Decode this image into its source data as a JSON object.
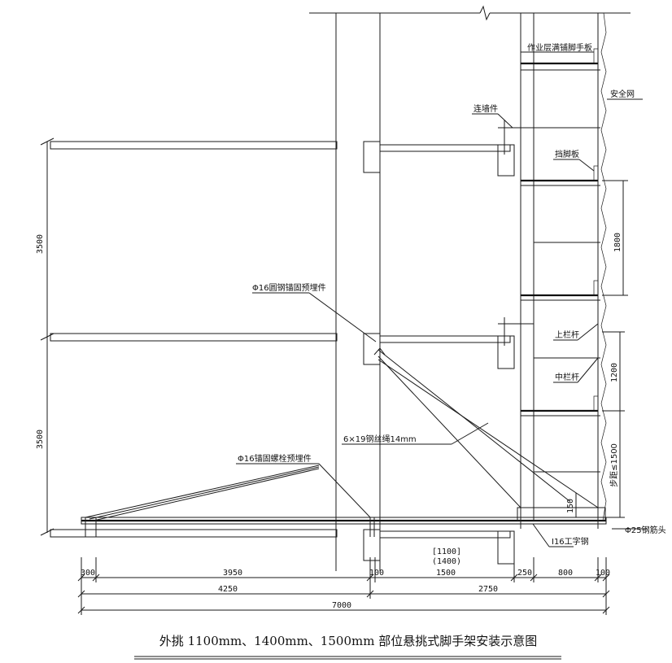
{
  "labels": {
    "top_deck": "作业层满铺脚手板",
    "safety_net": "安全网",
    "tie_member": "连墙件",
    "toe_board": "挡脚板",
    "embed_ring": "Φ16圆钢锚固预埋件",
    "top_rail": "上栏杆",
    "mid_rail": "中栏杆",
    "wire_rope": "6×19钢丝绳14mm",
    "anchor_bolt": "Φ16锚固螺栓预埋件",
    "i_beam": "I16工字钢",
    "rebar_head": "Φ25钢筋头",
    "lift_height": "步距≤1500"
  },
  "dimensions": {
    "floor_height_upper": "3500",
    "floor_height_lower": "3500",
    "step_1800": "1800",
    "rail_1200": "1200",
    "d300": "300",
    "d3950": "3950",
    "d100a": "100",
    "d1500": "1500",
    "d250": "250",
    "d800": "800",
    "d100b": "100",
    "d4250": "4250",
    "d2750": "2750",
    "d7000": "7000",
    "d150": "150",
    "alt_1100": "[1100]",
    "alt_1400": "(1400)"
  },
  "title": "外挑 1100mm、1400mm、1500mm 部位悬挑式脚手架安装示意图"
}
